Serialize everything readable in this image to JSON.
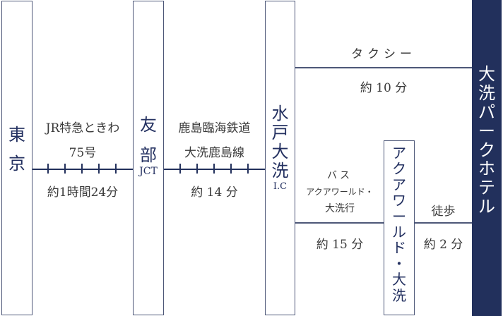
{
  "colors": {
    "navy": "#22305c",
    "border": "#4d5778",
    "text": "#3a3a3a",
    "white": "#ffffff"
  },
  "stations": {
    "tokyo": {
      "chars": [
        "東",
        "京"
      ]
    },
    "tomobe": {
      "chars": [
        "友",
        "部"
      ],
      "sub": "JCT"
    },
    "mito": {
      "chars": [
        "水",
        "戸",
        "大",
        "洗"
      ],
      "sub": "I.C"
    },
    "aquaworld": {
      "chars": [
        "ア",
        "ク",
        "ア",
        "ワ",
        "ー",
        "ル",
        "ド",
        "・",
        "大",
        "洗"
      ]
    },
    "hotel": {
      "chars": [
        "大",
        "洗",
        "パ",
        "ー",
        "ク",
        "ホ",
        "テ",
        "ル"
      ]
    }
  },
  "routes": {
    "tokyo_tomobe": {
      "line1": "JR特急ときわ",
      "line2": "75号",
      "time": "約1時間24分"
    },
    "tomobe_mito": {
      "line1": "鹿島臨海鉄道",
      "line2": "大洗鹿島線",
      "time": "約 14 分"
    },
    "taxi": {
      "label": "タクシー",
      "time": "約 10 分"
    },
    "bus": {
      "line1": "バス",
      "line2": "アクアワールド・",
      "line3": "大洗行",
      "time": "約 15 分"
    },
    "walk": {
      "label": "徒歩",
      "time": "約 2 分"
    }
  }
}
